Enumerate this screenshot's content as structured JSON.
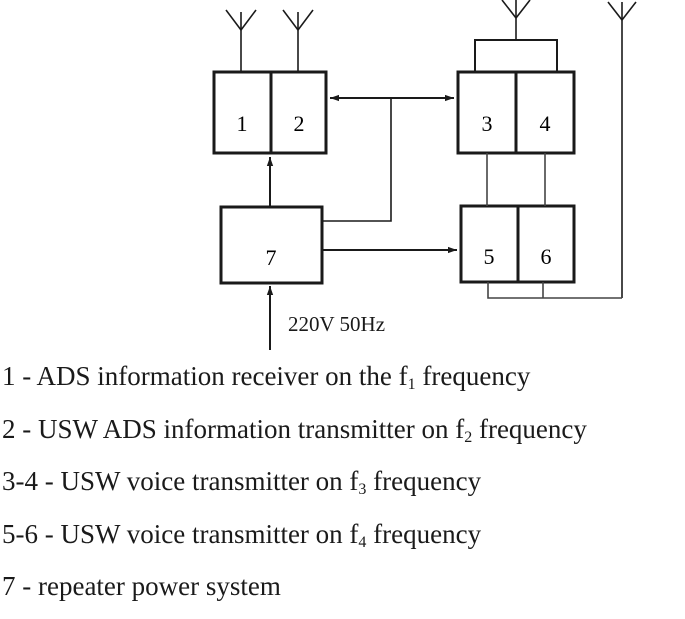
{
  "blocks": {
    "b1": "1",
    "b2": "2",
    "b3": "3",
    "b4": "4",
    "b5": "5",
    "b6": "6",
    "b7": "7"
  },
  "input_label": "220V 50Hz",
  "legend": [
    {
      "prefix": "1 - ADS information receiver on the f",
      "sub": "1",
      "suffix": " frequency"
    },
    {
      "prefix": "2 - USW ADS information transmitter on f",
      "sub": "2",
      "suffix": " frequency"
    },
    {
      "prefix": "3-4 - USW voice transmitter on f",
      "sub": "3",
      "suffix": " frequency"
    },
    {
      "prefix": "5-6 - USW voice transmitter on f",
      "sub": "4",
      "suffix": " frequency"
    },
    {
      "prefix": "7 - repeater power system",
      "sub": "",
      "suffix": ""
    }
  ],
  "colors": {
    "stroke": "#1a1a1a",
    "line": "#444444"
  }
}
